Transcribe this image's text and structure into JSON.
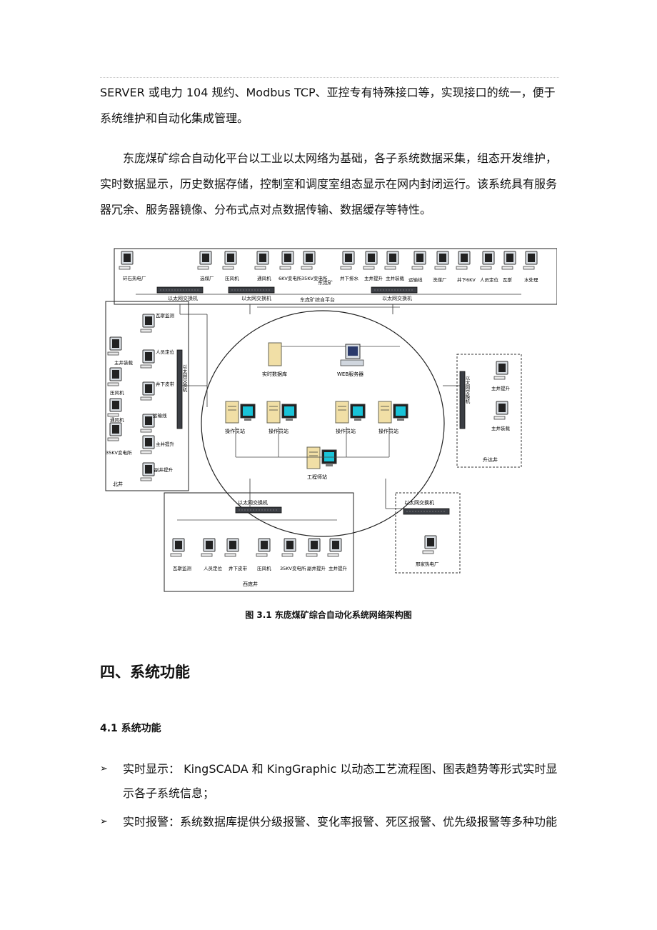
{
  "document": {
    "para_1": "SERVER 或电力 104 规约、Modbus TCP、亚控专有特殊接口等，实现接口的统一，便于系统维护和自动化集成管理。",
    "para_2": "东庞煤矿综合自动化平台以工业以太网络为基础，各子系统数据采集，组态开发维护，实时数据显示，历史数据存储，控制室和调度室组态显示在网内封闭运行。该系统具有服务器冗余、服务器镜像、分布式点对点数据传输、数据缓存等特性。",
    "figure_caption": "图 3.1  东庞煤矿综合自动化系统网络架构图",
    "section_heading": "四、系统功能",
    "subsection_heading": "4.1  系统功能",
    "bullets": [
      {
        "marker": "➢",
        "text": "实时显示：  KingSCADA 和 KingGraphic 以动态工艺流程图、图表趋势等形式实时显示各子系统信息；"
      },
      {
        "marker": "➢",
        "text": "实时报警：系统数据库提供分级报警、变化率报警、死区报警、优先级报警等多种功能"
      }
    ]
  },
  "diagram": {
    "center_title": "东庞矿综自平台",
    "server_realtime_db": "实时数据库",
    "server_web": "WEB服务器",
    "workstation_label": "操作员站",
    "engineer_station": "工程师站",
    "top_group": {
      "name": "东庞矿",
      "switches": [
        "以太网交换机",
        "以太网交换机",
        "以太网交换机"
      ],
      "devices": [
        "矸石热电厂",
        "选煤厂",
        "压风机",
        "通风机",
        "6KV变电所",
        "35KV变电所",
        "井下排水",
        "主井提升",
        "主井装载",
        "运输线",
        "洗煤厂",
        "井下6KV",
        "人员定位",
        "瓦斯",
        "水处理"
      ]
    },
    "north_group": {
      "name": "北井",
      "switch": "以太网交换机",
      "devices": [
        "瓦斯监测",
        "人员定位",
        "主井装载",
        "井下皮带",
        "压风机",
        "运输线",
        "通风机",
        "主井提升",
        "35KV变电所",
        "副井提升"
      ]
    },
    "east_group": {
      "name": "升达井",
      "switch": "以太网交换机",
      "devices": [
        "主井提升",
        "主井装载"
      ]
    },
    "west_group": {
      "name": "西庞井",
      "switch": "以太网交换机",
      "devices": [
        "瓦斯监测",
        "人员定位",
        "井下皮带",
        "压风机",
        "35KV变电所",
        "副井提升",
        "主井提升"
      ]
    },
    "plant_group": {
      "switch": "以太网交换机",
      "devices": [
        "邢家热电厂"
      ]
    }
  }
}
